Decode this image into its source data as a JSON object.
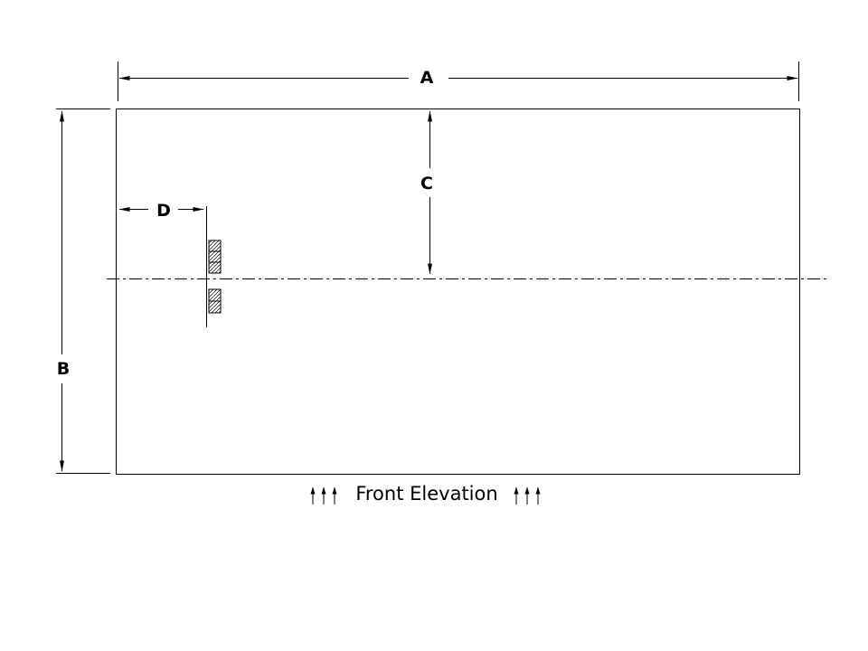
{
  "colors": {
    "line_color": "#000000",
    "background_color": "#ffffff"
  },
  "drawing": {
    "view_title": "Front Elevation",
    "dimension_labels": {
      "a": "A",
      "b": "B",
      "c": "C",
      "d": "D"
    }
  }
}
